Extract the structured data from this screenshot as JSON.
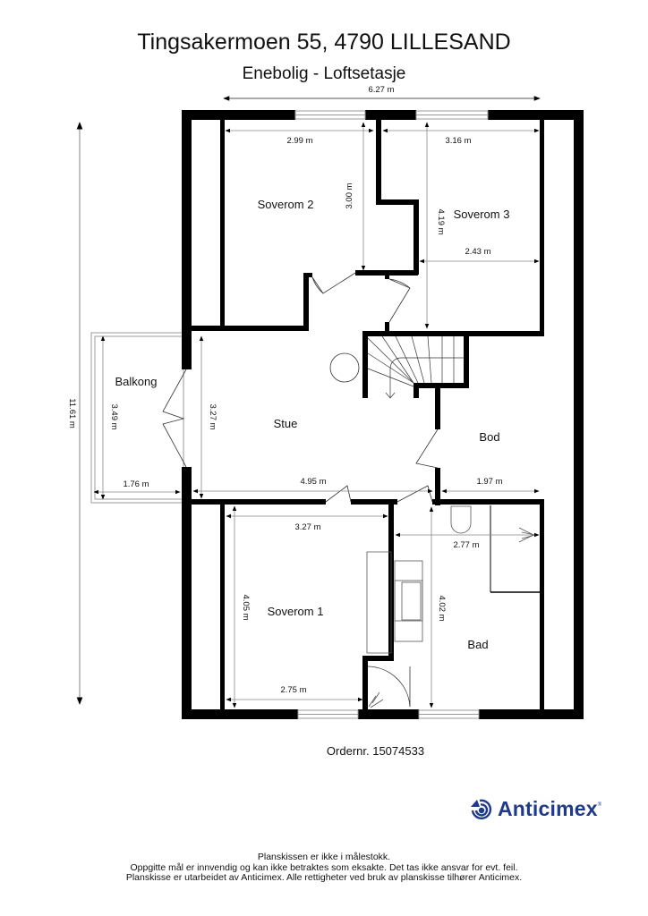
{
  "header": {
    "title": "Tingsakermoen 55, 4790 LILLESAND",
    "subtitle": "Enebolig  - Loftsetasje"
  },
  "plan": {
    "overall_width": "6.27 m",
    "overall_height": "11.61 m",
    "rooms": {
      "soverom2": {
        "label": "Soverom 2",
        "width": "2.99 m",
        "height": "3.00 m"
      },
      "soverom3": {
        "label": "Soverom 3",
        "width_top": "3.16 m",
        "width_mid": "2.43 m",
        "height": "4.19 m"
      },
      "balkong": {
        "label": "Balkong",
        "width": "1.76 m",
        "height": "3.49 m"
      },
      "stue": {
        "label": "Stue",
        "width": "4.95 m",
        "height": "3.27 m"
      },
      "bod": {
        "label": "Bod",
        "width": "1.97 m"
      },
      "soverom1": {
        "label": "Soverom 1",
        "width_top": "3.27 m",
        "width_bottom": "2.75 m",
        "height": "4.05 m"
      },
      "bad": {
        "label": "Bad",
        "width": "2.77 m",
        "height": "4.02 m"
      }
    },
    "colors": {
      "wall": "#000000",
      "dimension": "#8a8a8a",
      "window": "#9a9a9a"
    }
  },
  "footer": {
    "order_number": "Ordernr. 15074533",
    "brand": {
      "name": "Anticimex",
      "registered": "®",
      "color": "#1f3a8a",
      "icon": "anticimex-logo-icon"
    },
    "disclaimer": [
      "Planskissen er ikke i målestokk.",
      "Oppgitte mål er innvendig og kan ikke betraktes som eksakte. Det tas ikke ansvar for evt. feil.",
      "Planskisse er utarbeidet av Anticimex. Alle rettigheter ved bruk av planskisse tilhører Anticimex."
    ]
  }
}
